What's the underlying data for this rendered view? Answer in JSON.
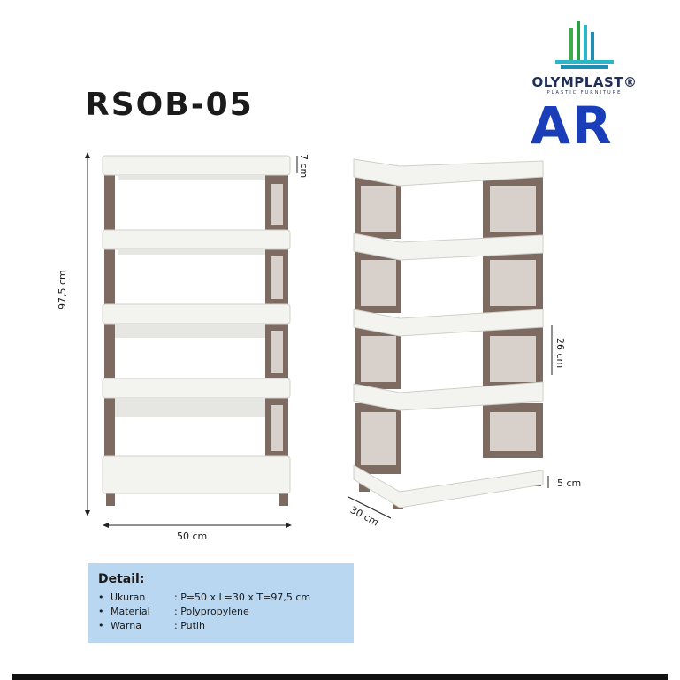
{
  "product": {
    "model": "RSOB-05"
  },
  "brand": {
    "name": "OLYMPLAST®",
    "tagline": "PLASTIC FURNITURE",
    "store_mark": "AR"
  },
  "dimensions": {
    "height": "97,5 cm",
    "width": "50 cm",
    "depth": "30 cm",
    "top_rim": "7 cm",
    "shelf_gap": "26 cm",
    "foot": "5 cm"
  },
  "detail": {
    "title": "Detail:",
    "rows": [
      {
        "label": "Ukuran",
        "value": ": P=50 x L=30 x T=97,5 cm"
      },
      {
        "label": "Material",
        "value": ": Polypropylene"
      },
      {
        "label": "Warna",
        "value": ": Putih"
      }
    ]
  },
  "colors": {
    "frame": "#7d6a60",
    "shelf": "#f3f3f0",
    "accent": "#1a3dba",
    "brand": "#1f2f55",
    "logo_teal": "#2bb7c7",
    "logo_green": "#3fae4a"
  }
}
